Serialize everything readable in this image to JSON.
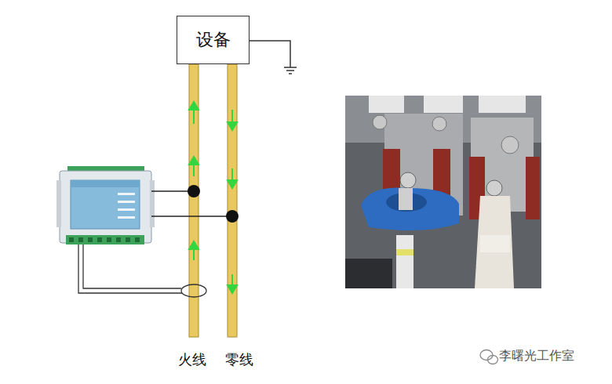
{
  "diagram": {
    "nodes": [
      {
        "text": [
          "设备"
        ]
      }
    ],
    "labels": [
      "火线",
      "零线",
      "李曙光工作室"
    ]
  }
}
